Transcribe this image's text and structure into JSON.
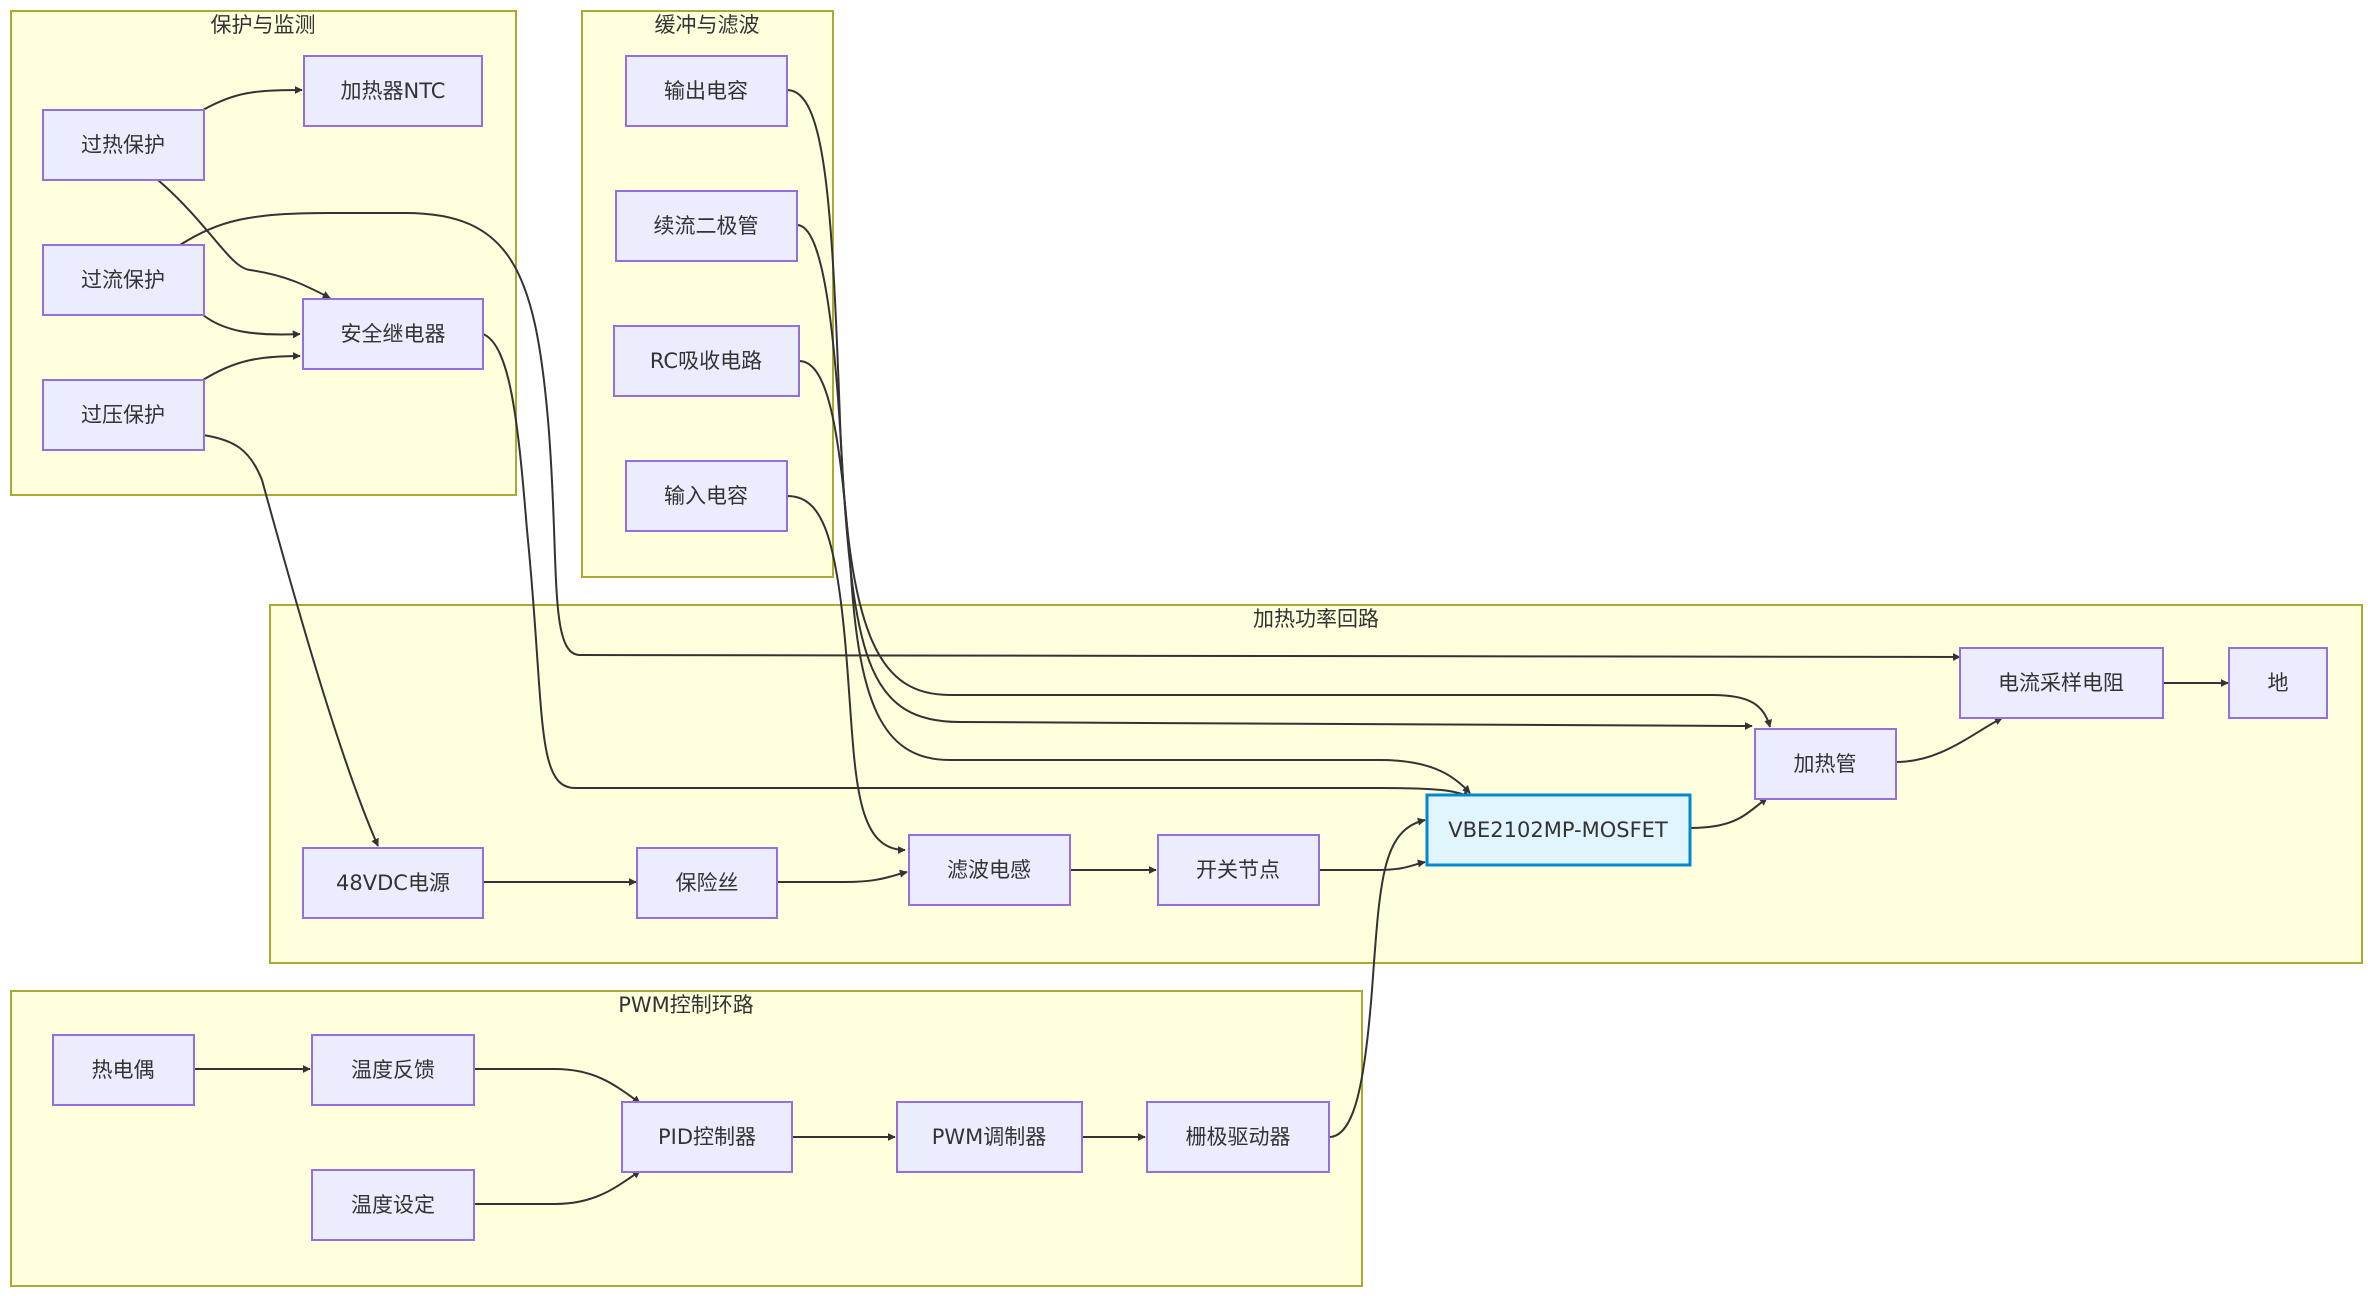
{
  "clusters": {
    "protect": {
      "title": "保护与监测"
    },
    "buffer": {
      "title": "缓冲与滤波"
    },
    "power": {
      "title": "加热功率回路"
    },
    "pwm": {
      "title": "PWM控制环路"
    }
  },
  "nodes": {
    "ntc": "加热器NTC",
    "ovt": "过热保护",
    "ocp": "过流保护",
    "ovp": "过压保护",
    "relay": "安全继电器",
    "cout": "输出电容",
    "diode": "续流二极管",
    "rc": "RC吸收电路",
    "cin": "输入电容",
    "shunt": "电流采样电阻",
    "gnd": "地",
    "heater": "加热管",
    "mosfet": "VBE2102MP-MOSFET",
    "psu": "48VDC电源",
    "fuse": "保险丝",
    "inductor": "滤波电感",
    "switchnode": "开关节点",
    "thermo": "热电偶",
    "tfeedback": "温度反馈",
    "tset": "温度设定",
    "pid": "PID控制器",
    "pwmmod": "PWM调制器",
    "gatedrv": "栅极驱动器"
  },
  "colors": {
    "cluster_fill": "#ffffde",
    "cluster_stroke": "#aaaa33",
    "node_fill": "#ececff",
    "node_stroke": "#9370db",
    "highlight_fill": "#e1f5fe",
    "highlight_stroke": "#0288d1",
    "edge": "#333333"
  }
}
